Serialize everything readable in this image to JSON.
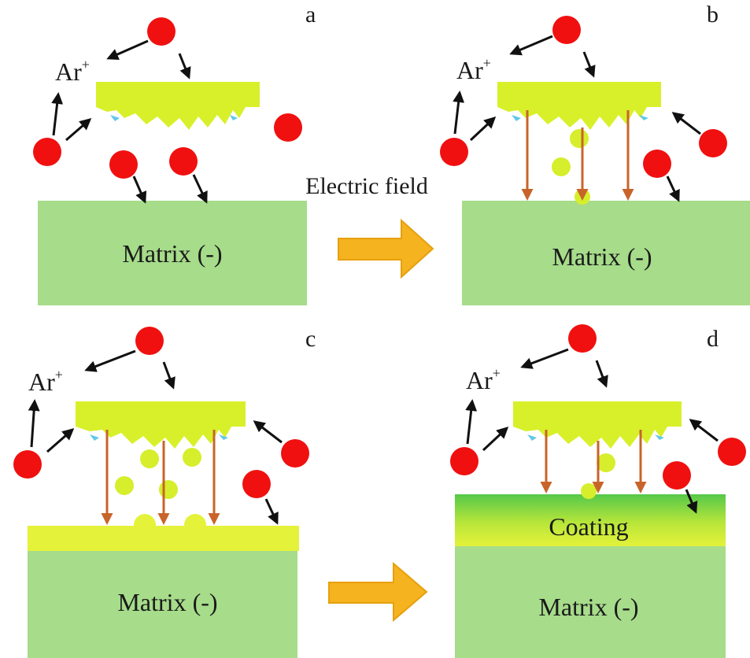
{
  "panels": [
    {
      "id": "a",
      "letter": "a",
      "ion_label": "Ar",
      "ion_charge": "+",
      "matrix_label": "Matrix (-)"
    },
    {
      "id": "b",
      "letter": "b",
      "ion_label": "Ar",
      "ion_charge": "+",
      "matrix_label": "Matrix (-)"
    },
    {
      "id": "c",
      "letter": "c",
      "ion_label": "Ar",
      "ion_charge": "+",
      "matrix_label": "Matrix (-)"
    },
    {
      "id": "d",
      "letter": "d",
      "ion_label": "Ar",
      "ion_charge": "+",
      "matrix_label": "Matrix (-)",
      "coating_label": "Coating"
    }
  ],
  "transition_label": "Electric field",
  "colors": {
    "ion": "#f01010",
    "target": "#d8f02a",
    "matrix": "#a6dc8a",
    "field_arrow": "#c8642a",
    "transition_arrow": "#f5b31f",
    "sputter_particle": "#d6ee2c",
    "spark": "#62c8e8",
    "coating_top": "#7ed85a",
    "coating_bottom": "#e4f23a"
  }
}
